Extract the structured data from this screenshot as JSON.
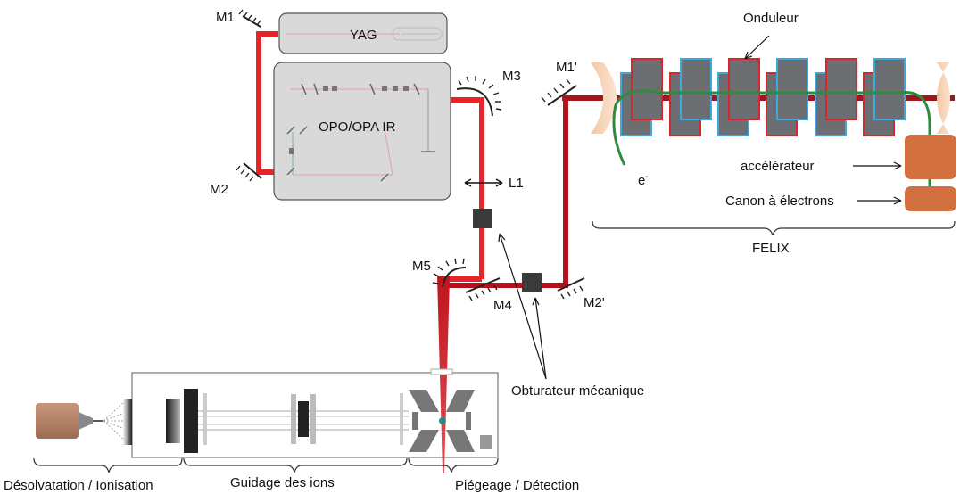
{
  "diagram": {
    "mirrors": {
      "m1": "M1",
      "m2": "M2",
      "m3": "M3",
      "m4": "M4",
      "m5": "M5",
      "m1_prime": "M1'",
      "m2_prime": "M2'"
    },
    "lens": "L1",
    "yag": "YAG",
    "opo": "OPO/OPA IR",
    "onduleur": "Onduleur",
    "electron": "e",
    "electron_sup": "-",
    "accelerateur": "accélérateur",
    "canon": "Canon à électrons",
    "felix": "FELIX",
    "obturateur": "Obturateur mécanique",
    "sections": {
      "desolvatation": "Désolvatation / Ionisation",
      "guidage": "Guidage des ions",
      "piegeage": "Piégeage / Détection"
    }
  },
  "colors": {
    "laser_opo": "#e8232a",
    "laser_felix": "#b5121b",
    "laser_felix_dark": "#8e1a22",
    "box_fill": "#d9d9d9",
    "magnet_fill": "#6d6e71",
    "magnet_red": "#d7262e",
    "magnet_blue": "#3fa9dc",
    "electron_path": "#2e8b3e",
    "accelerator": "#d2713f",
    "shutter": "#3a3a3a",
    "source": "#b98567"
  }
}
